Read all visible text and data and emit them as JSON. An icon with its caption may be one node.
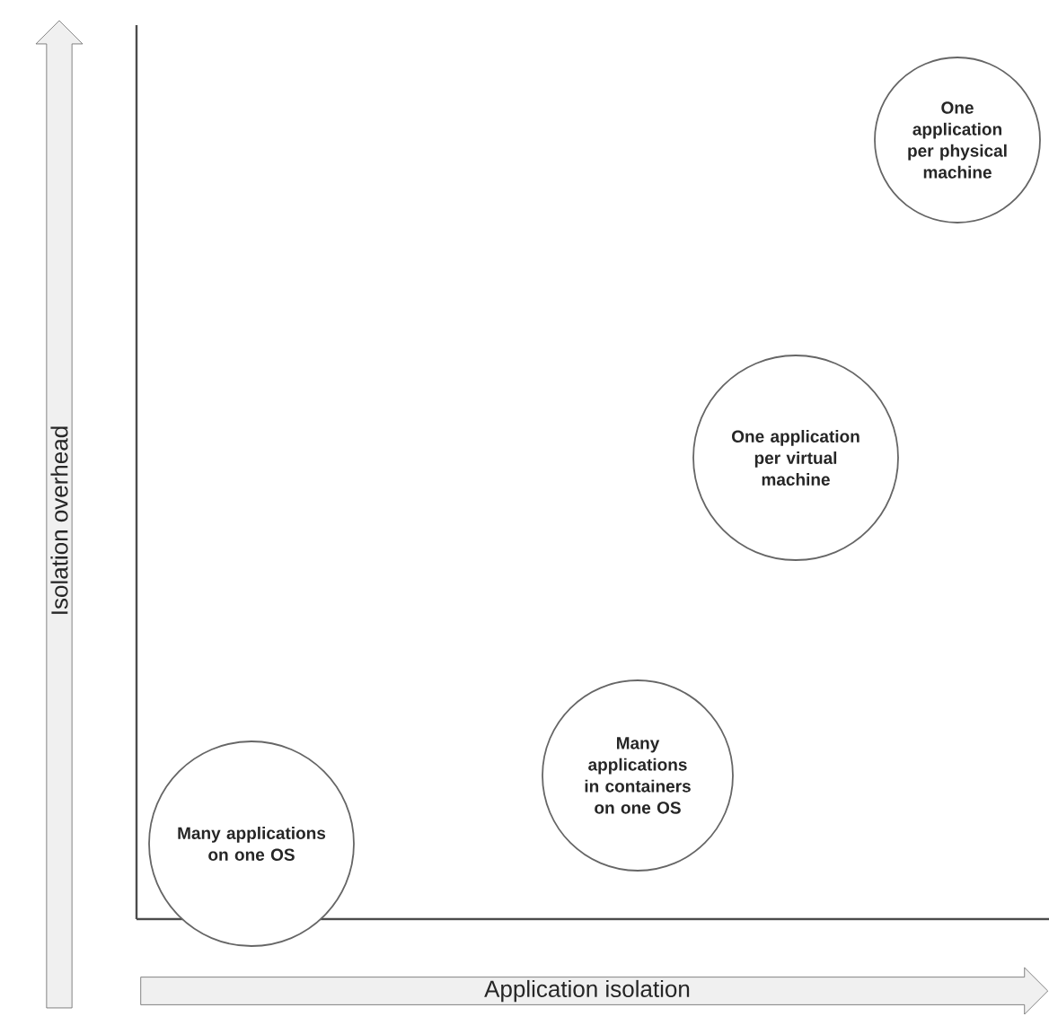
{
  "diagram": {
    "nodes": [
      {
        "text": [
          "Isolation overhead"
        ]
      },
      {
        "text": [
          "One application per physical machine"
        ]
      },
      {
        "text": [
          "One application per virtual machine"
        ]
      },
      {
        "text": [
          "Many applications in containers on one OS"
        ]
      },
      {
        "text": [
          "Many applications on one OS"
        ]
      },
      {
        "text": [
          "Application isolation"
        ]
      }
    ]
  }
}
